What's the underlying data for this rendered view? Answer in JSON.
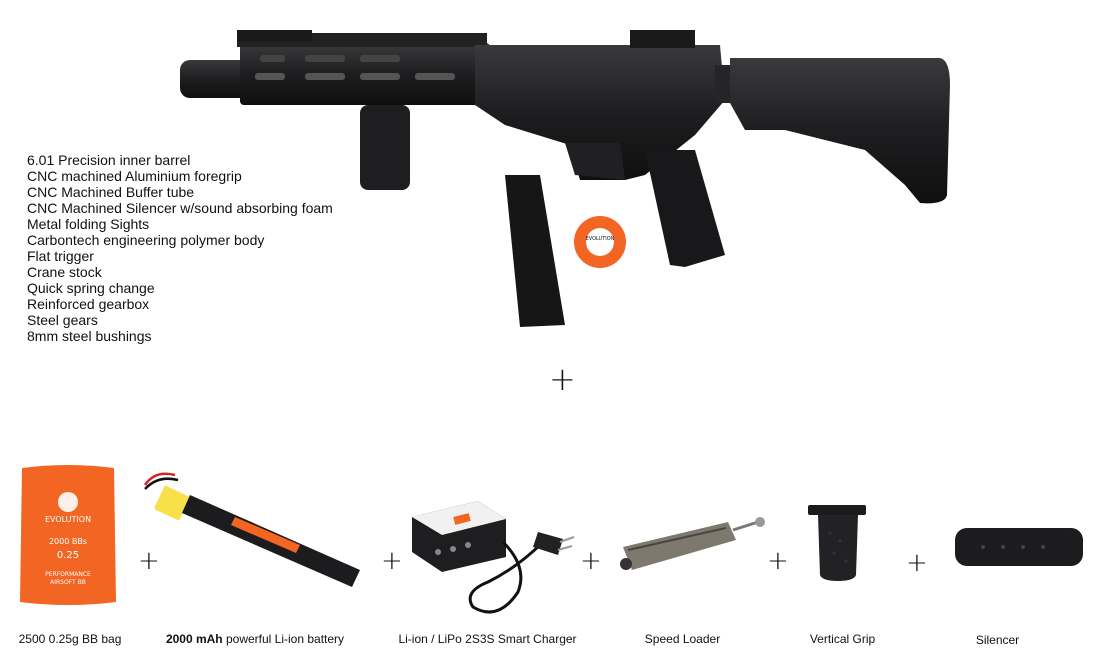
{
  "features": [
    "6.01 Precision inner barrel",
    "CNC machined Aluminium foregrip",
    "CNC Machined Buffer tube",
    "CNC Machined Silencer w/sound absorbing foam",
    "Metal folding Sights",
    "Carbontech engineering polymer body",
    "Flat trigger",
    "Crane stock",
    "Quick spring change",
    "Reinforced gearbox",
    "Steel gears",
    "8mm steel bushings"
  ],
  "plus_sign": "+",
  "rifle_tag_brand": "EVOLUTION",
  "bb_bag": {
    "brand": "EVOLUTION",
    "count": "2000 BBs",
    "weight": "0.25",
    "line1": "PERFORMANCE",
    "line2": "AIRSOFT BB"
  },
  "items": {
    "bb_bag": "2500 0.25g BB bag",
    "battery_strong": "2000 mAh",
    "battery_rest": " powerful Li-ion battery",
    "charger": "Li-ion / LiPo 2S3S Smart Charger",
    "speed_loader": "Speed Loader",
    "vertical_grip": "Vertical Grip",
    "silencer": "Silencer"
  },
  "colors": {
    "text": "#111111",
    "accent_orange": "#f26522",
    "black_part": "#1b1b1d"
  }
}
